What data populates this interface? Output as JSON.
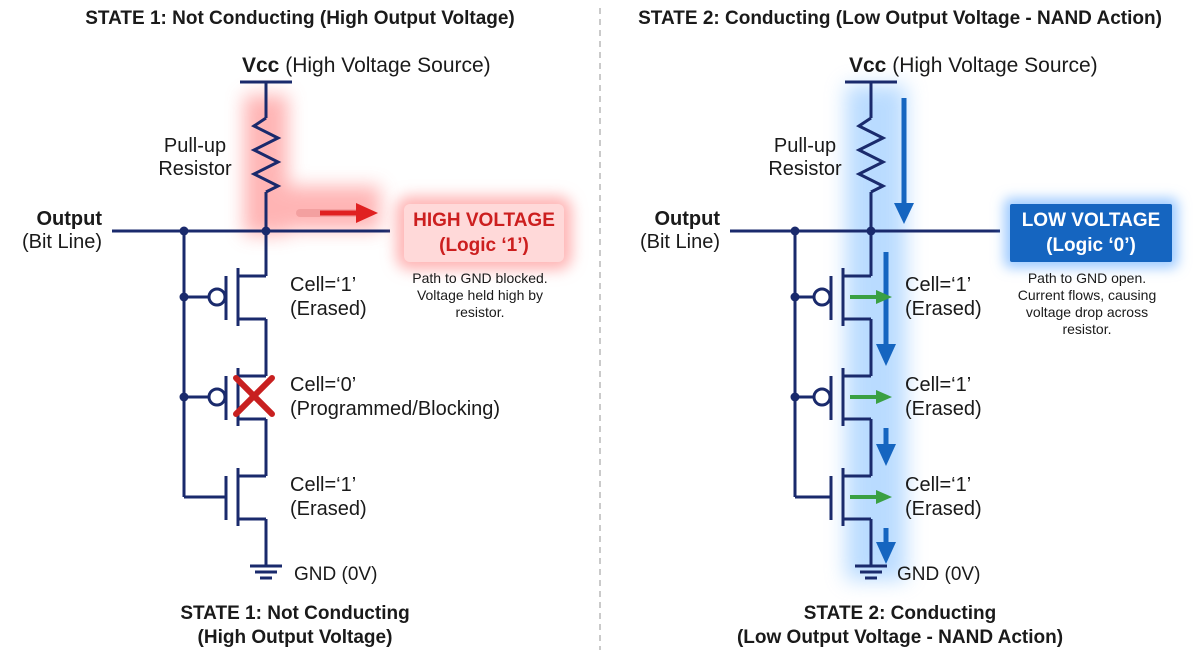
{
  "left": {
    "title": "STATE 1: Not Conducting (High Output Voltage)",
    "vcc_label": "Vcc",
    "vcc_desc": "(High Voltage Source)",
    "resistor_label": [
      "Pull-up",
      "Resistor"
    ],
    "output_label": "Output",
    "output_sub": "(Bit Line)",
    "status_box": [
      "HIGH VOLTAGE",
      "(Logic ‘1’)"
    ],
    "status_note": "Path to GND blocked. Voltage held high by resistor.",
    "cells": [
      {
        "line1": "Cell=‘1’",
        "line2": "(Erased)"
      },
      {
        "line1": "Cell=‘0’",
        "line2": "(Programmed/Blocking)"
      },
      {
        "line1": "Cell=‘1’",
        "line2": "(Erased)"
      }
    ],
    "gnd_label": "GND (0V)",
    "bottom_caption": [
      "STATE 1: Not Conducting",
      "(High Output Voltage)"
    ],
    "colors": {
      "accent": "#e02020",
      "glow": "#ff9c9c",
      "box_bg": "#ffd9d9"
    }
  },
  "right": {
    "title": "STATE 2: Conducting (Low Output Voltage - NAND Action)",
    "vcc_label": "Vcc",
    "vcc_desc": "(High Voltage Source)",
    "resistor_label": [
      "Pull-up",
      "Resistor"
    ],
    "output_label": "Output",
    "output_sub": "(Bit Line)",
    "status_box": [
      "LOW VOLTAGE",
      "(Logic ‘0’)"
    ],
    "status_note": "Path to GND open. Current flows, causing voltage drop across resistor.",
    "cells": [
      {
        "line1": "Cell=‘1’",
        "line2": "(Erased)"
      },
      {
        "line1": "Cell=‘1’",
        "line2": "(Erased)"
      },
      {
        "line1": "Cell=‘1’",
        "line2": "(Erased)"
      }
    ],
    "gnd_label": "GND (0V)",
    "bottom_caption": [
      "STATE 2: Conducting",
      "(Low Output Voltage - NAND Action)"
    ],
    "colors": {
      "accent": "#1565c0",
      "glow": "#8cc4ff",
      "arrow_gate": "#3aa043"
    }
  },
  "colors": {
    "wire": "#1a2a6c",
    "divider": "#b8b8b8"
  }
}
